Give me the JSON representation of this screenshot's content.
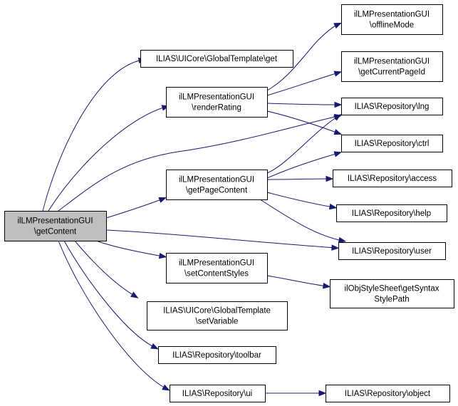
{
  "diagram": {
    "type": "call-graph",
    "edge_color": "#191970",
    "root_fill": "#bfbfbf",
    "nodes": [
      {
        "id": "root",
        "lines": [
          "ilLMPresentationGUI",
          "\\getContent"
        ],
        "root": true
      },
      {
        "id": "gt_get",
        "lines": [
          "ILIAS\\UICore\\GlobalTemplate\\get"
        ]
      },
      {
        "id": "renderRating",
        "lines": [
          "ilLMPresentationGUI",
          "\\renderRating"
        ]
      },
      {
        "id": "getPageContent",
        "lines": [
          "ilLMPresentationGUI",
          "\\getPageContent"
        ]
      },
      {
        "id": "setContentStyles",
        "lines": [
          "ilLMPresentationGUI",
          "\\setContentStyles"
        ]
      },
      {
        "id": "setVariable",
        "lines": [
          "ILIAS\\UICore\\GlobalTemplate",
          "\\setVariable"
        ]
      },
      {
        "id": "toolbar",
        "lines": [
          "ILIAS\\Repository\\toolbar"
        ]
      },
      {
        "id": "ui",
        "lines": [
          "ILIAS\\Repository\\ui"
        ]
      },
      {
        "id": "offlineMode",
        "lines": [
          "ilLMPresentationGUI",
          "\\offlineMode"
        ]
      },
      {
        "id": "getCurrentPageId",
        "lines": [
          "ilLMPresentationGUI",
          "\\getCurrentPageId"
        ]
      },
      {
        "id": "lng",
        "lines": [
          "ILIAS\\Repository\\lng"
        ]
      },
      {
        "id": "ctrl",
        "lines": [
          "ILIAS\\Repository\\ctrl"
        ]
      },
      {
        "id": "access",
        "lines": [
          "ILIAS\\Repository\\access"
        ]
      },
      {
        "id": "help",
        "lines": [
          "ILIAS\\Repository\\help"
        ]
      },
      {
        "id": "user",
        "lines": [
          "ILIAS\\Repository\\user"
        ]
      },
      {
        "id": "syntax",
        "lines": [
          "ilObjStyleSheet\\getSyntax",
          "StylePath"
        ]
      },
      {
        "id": "object",
        "lines": [
          "ILIAS\\Repository\\object"
        ]
      }
    ],
    "edges": [
      {
        "from": "root",
        "to": "gt_get"
      },
      {
        "from": "root",
        "to": "renderRating"
      },
      {
        "from": "root",
        "to": "lng"
      },
      {
        "from": "root",
        "to": "getPageContent"
      },
      {
        "from": "root",
        "to": "user"
      },
      {
        "from": "root",
        "to": "setContentStyles"
      },
      {
        "from": "root",
        "to": "setVariable"
      },
      {
        "from": "root",
        "to": "toolbar"
      },
      {
        "from": "root",
        "to": "ui"
      },
      {
        "from": "renderRating",
        "to": "offlineMode"
      },
      {
        "from": "renderRating",
        "to": "getCurrentPageId"
      },
      {
        "from": "renderRating",
        "to": "lng"
      },
      {
        "from": "renderRating",
        "to": "ctrl"
      },
      {
        "from": "getPageContent",
        "to": "lng"
      },
      {
        "from": "getPageContent",
        "to": "ctrl"
      },
      {
        "from": "getPageContent",
        "to": "access"
      },
      {
        "from": "getPageContent",
        "to": "help"
      },
      {
        "from": "getPageContent",
        "to": "user"
      },
      {
        "from": "setContentStyles",
        "to": "syntax"
      },
      {
        "from": "ui",
        "to": "object"
      }
    ]
  }
}
